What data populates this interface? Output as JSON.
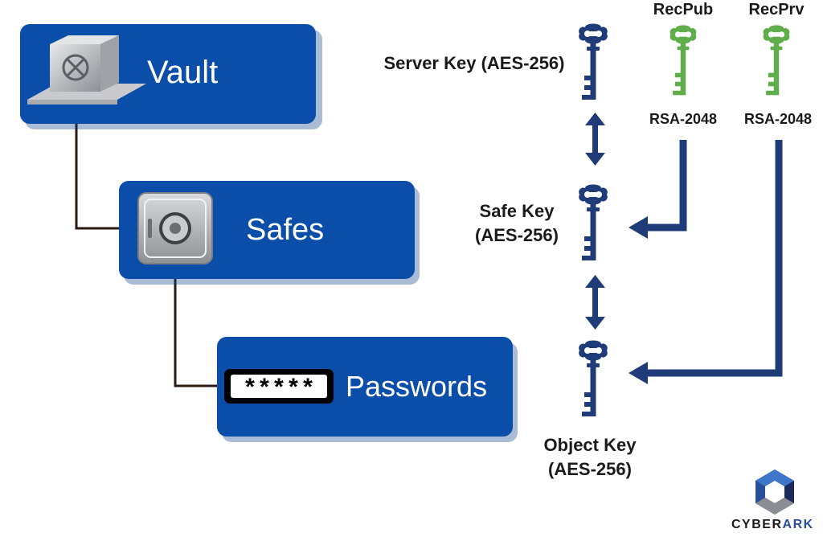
{
  "colors": {
    "box_blue": "#0a4eaa",
    "key_dark_blue": "#1f3b78",
    "key_green": "#5fae4b",
    "arrow_blue": "#1f3b78",
    "connector": "#2a1a12"
  },
  "hierarchy": {
    "vault": {
      "label": "Vault",
      "icon": "vault-box-icon"
    },
    "safes": {
      "label": "Safes",
      "icon": "safe-icon"
    },
    "passwords": {
      "label": "Passwords",
      "masked_value": "*****",
      "icon": "password-field-icon"
    }
  },
  "keys": {
    "server": {
      "label": "Server Key (AES-256)",
      "icon": "key-icon"
    },
    "safe": {
      "label_line1": "Safe Key",
      "label_line2": "(AES-256)",
      "icon": "key-icon"
    },
    "object": {
      "label_line1": "Object Key",
      "label_line2": "(AES-256)",
      "icon": "key-icon"
    },
    "recpub": {
      "title": "RecPub",
      "algorithm": "RSA-2048",
      "icon": "green-key-icon"
    },
    "recprv": {
      "title": "RecPrv",
      "algorithm": "RSA-2048",
      "icon": "green-key-icon"
    }
  },
  "brand": {
    "name_part1": "CYBER",
    "name_part2": "ARK",
    "icon": "cyberark-logo-icon"
  }
}
